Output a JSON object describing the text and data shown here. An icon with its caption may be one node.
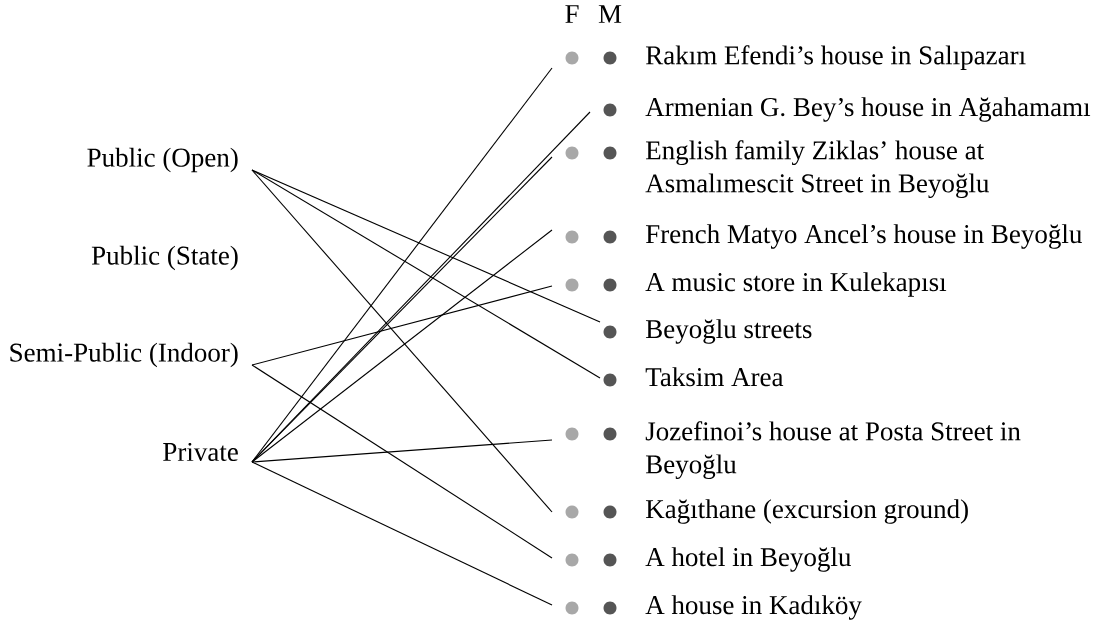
{
  "diagram": {
    "nodes": [
      {
        "text": [
          "Public (Open)"
        ]
      },
      {
        "text": [
          "Public (State)"
        ]
      },
      {
        "text": [
          "Semi-Public (Indoor)"
        ]
      },
      {
        "text": [
          "Private"
        ]
      },
      {
        "text": [
          "Rakım Efendi’s house in Salıpazarı"
        ]
      },
      {
        "text": [
          "Armenian G. Bey’s house in Ağahamamı"
        ]
      },
      {
        "text": [
          "English family Ziklas’ house at Asmalımescit Street in Beyoğlu"
        ]
      },
      {
        "text": [
          "French Matyo Ancel’s house in Beyoğlu"
        ]
      },
      {
        "text": [
          "A music store in Kulekapısı"
        ]
      },
      {
        "text": [
          "Beyoğlu streets"
        ]
      },
      {
        "text": [
          "Taksim Area"
        ]
      },
      {
        "text": [
          "Jozefinoi’s house at Posta Street in Beyoğlu"
        ]
      },
      {
        "text": [
          "Kağıthane (excursion ground)"
        ]
      },
      {
        "text": [
          "A hotel in Beyoğlu"
        ]
      },
      {
        "text": [
          "A house in Kadıköy"
        ]
      }
    ],
    "edges": [
      {
        "from": 0,
        "to": 9,
        "arrow": "none"
      },
      {
        "from": 0,
        "to": 10,
        "arrow": "none"
      },
      {
        "from": 0,
        "to": 12,
        "arrow": "none"
      },
      {
        "from": 2,
        "to": 8,
        "arrow": "none"
      },
      {
        "from": 2,
        "to": 13,
        "arrow": "none"
      },
      {
        "from": 3,
        "to": 4,
        "arrow": "none"
      },
      {
        "from": 3,
        "to": 5,
        "arrow": "none"
      },
      {
        "from": 3,
        "to": 6,
        "arrow": "none"
      },
      {
        "from": 3,
        "to": 7,
        "arrow": "none"
      },
      {
        "from": 3,
        "to": 11,
        "arrow": "none"
      },
      {
        "from": 3,
        "to": 14,
        "arrow": "none"
      }
    ],
    "labels": [
      "F",
      "M"
    ]
  }
}
